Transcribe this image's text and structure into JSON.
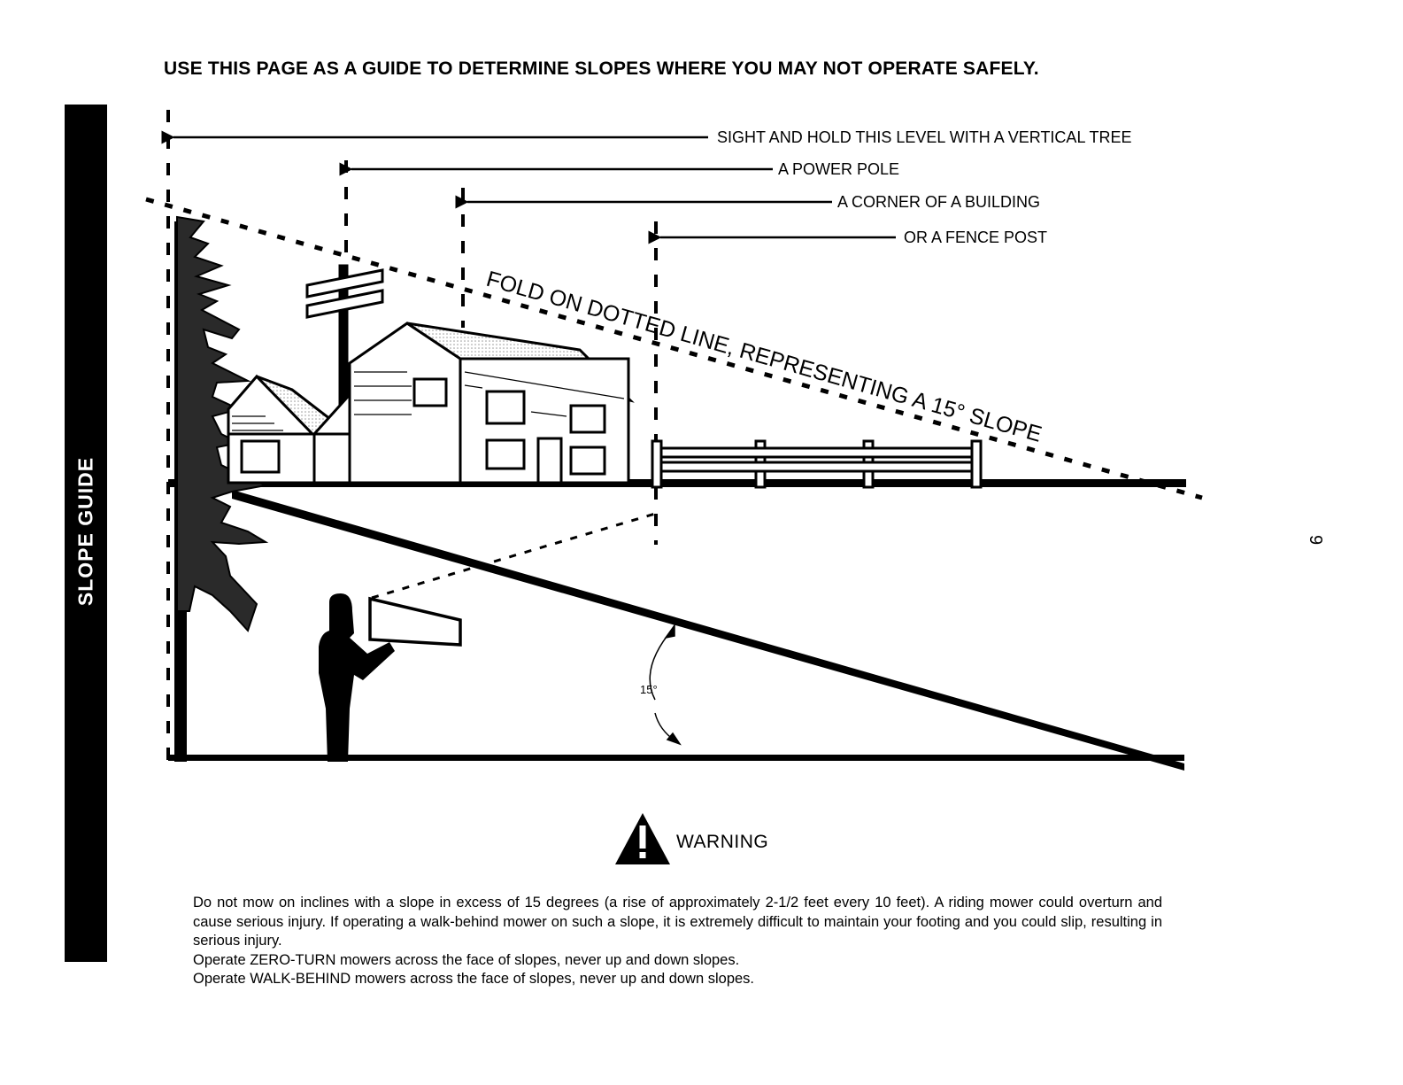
{
  "heading": "USE THIS PAGE AS A GUIDE TO DETERMINE SLOPES WHERE YOU MAY NOT OPERATE SAFELY.",
  "side_tab": "SLOPE GUIDE",
  "page_number": "9",
  "sight_labels": {
    "tree": "SIGHT AND HOLD THIS LEVEL WITH A VERTICAL TREE",
    "power_pole": "A POWER POLE",
    "building_corner": "A CORNER OF A BUILDING",
    "fence_post": "OR A FENCE POST"
  },
  "fold_label": "FOLD ON DOTTED LINE, REPRESENTING A 15° SLOPE",
  "angle_label": "15°",
  "warning": {
    "label": "WARNING",
    "paragraph_1": "Do not mow on inclines with a slope in excess of 15 degrees (a rise of approximately 2-1/2 feet every 10 feet). A riding mower could overturn and cause serious injury. If operating a walk-behind mower on such a slope, it is extremely difficult to maintain your footing and you could slip, resulting in serious injury.",
    "line_2": "Operate ZERO-TURN mowers across the face of slopes, never up and down slopes.",
    "line_3": "Operate WALK-BEHIND mowers across the face of slopes, never up and down slopes."
  },
  "colors": {
    "ink": "#000000",
    "paper": "#ffffff",
    "roof_shade": "#bdbdbd",
    "tree": "#2a2a2a"
  }
}
